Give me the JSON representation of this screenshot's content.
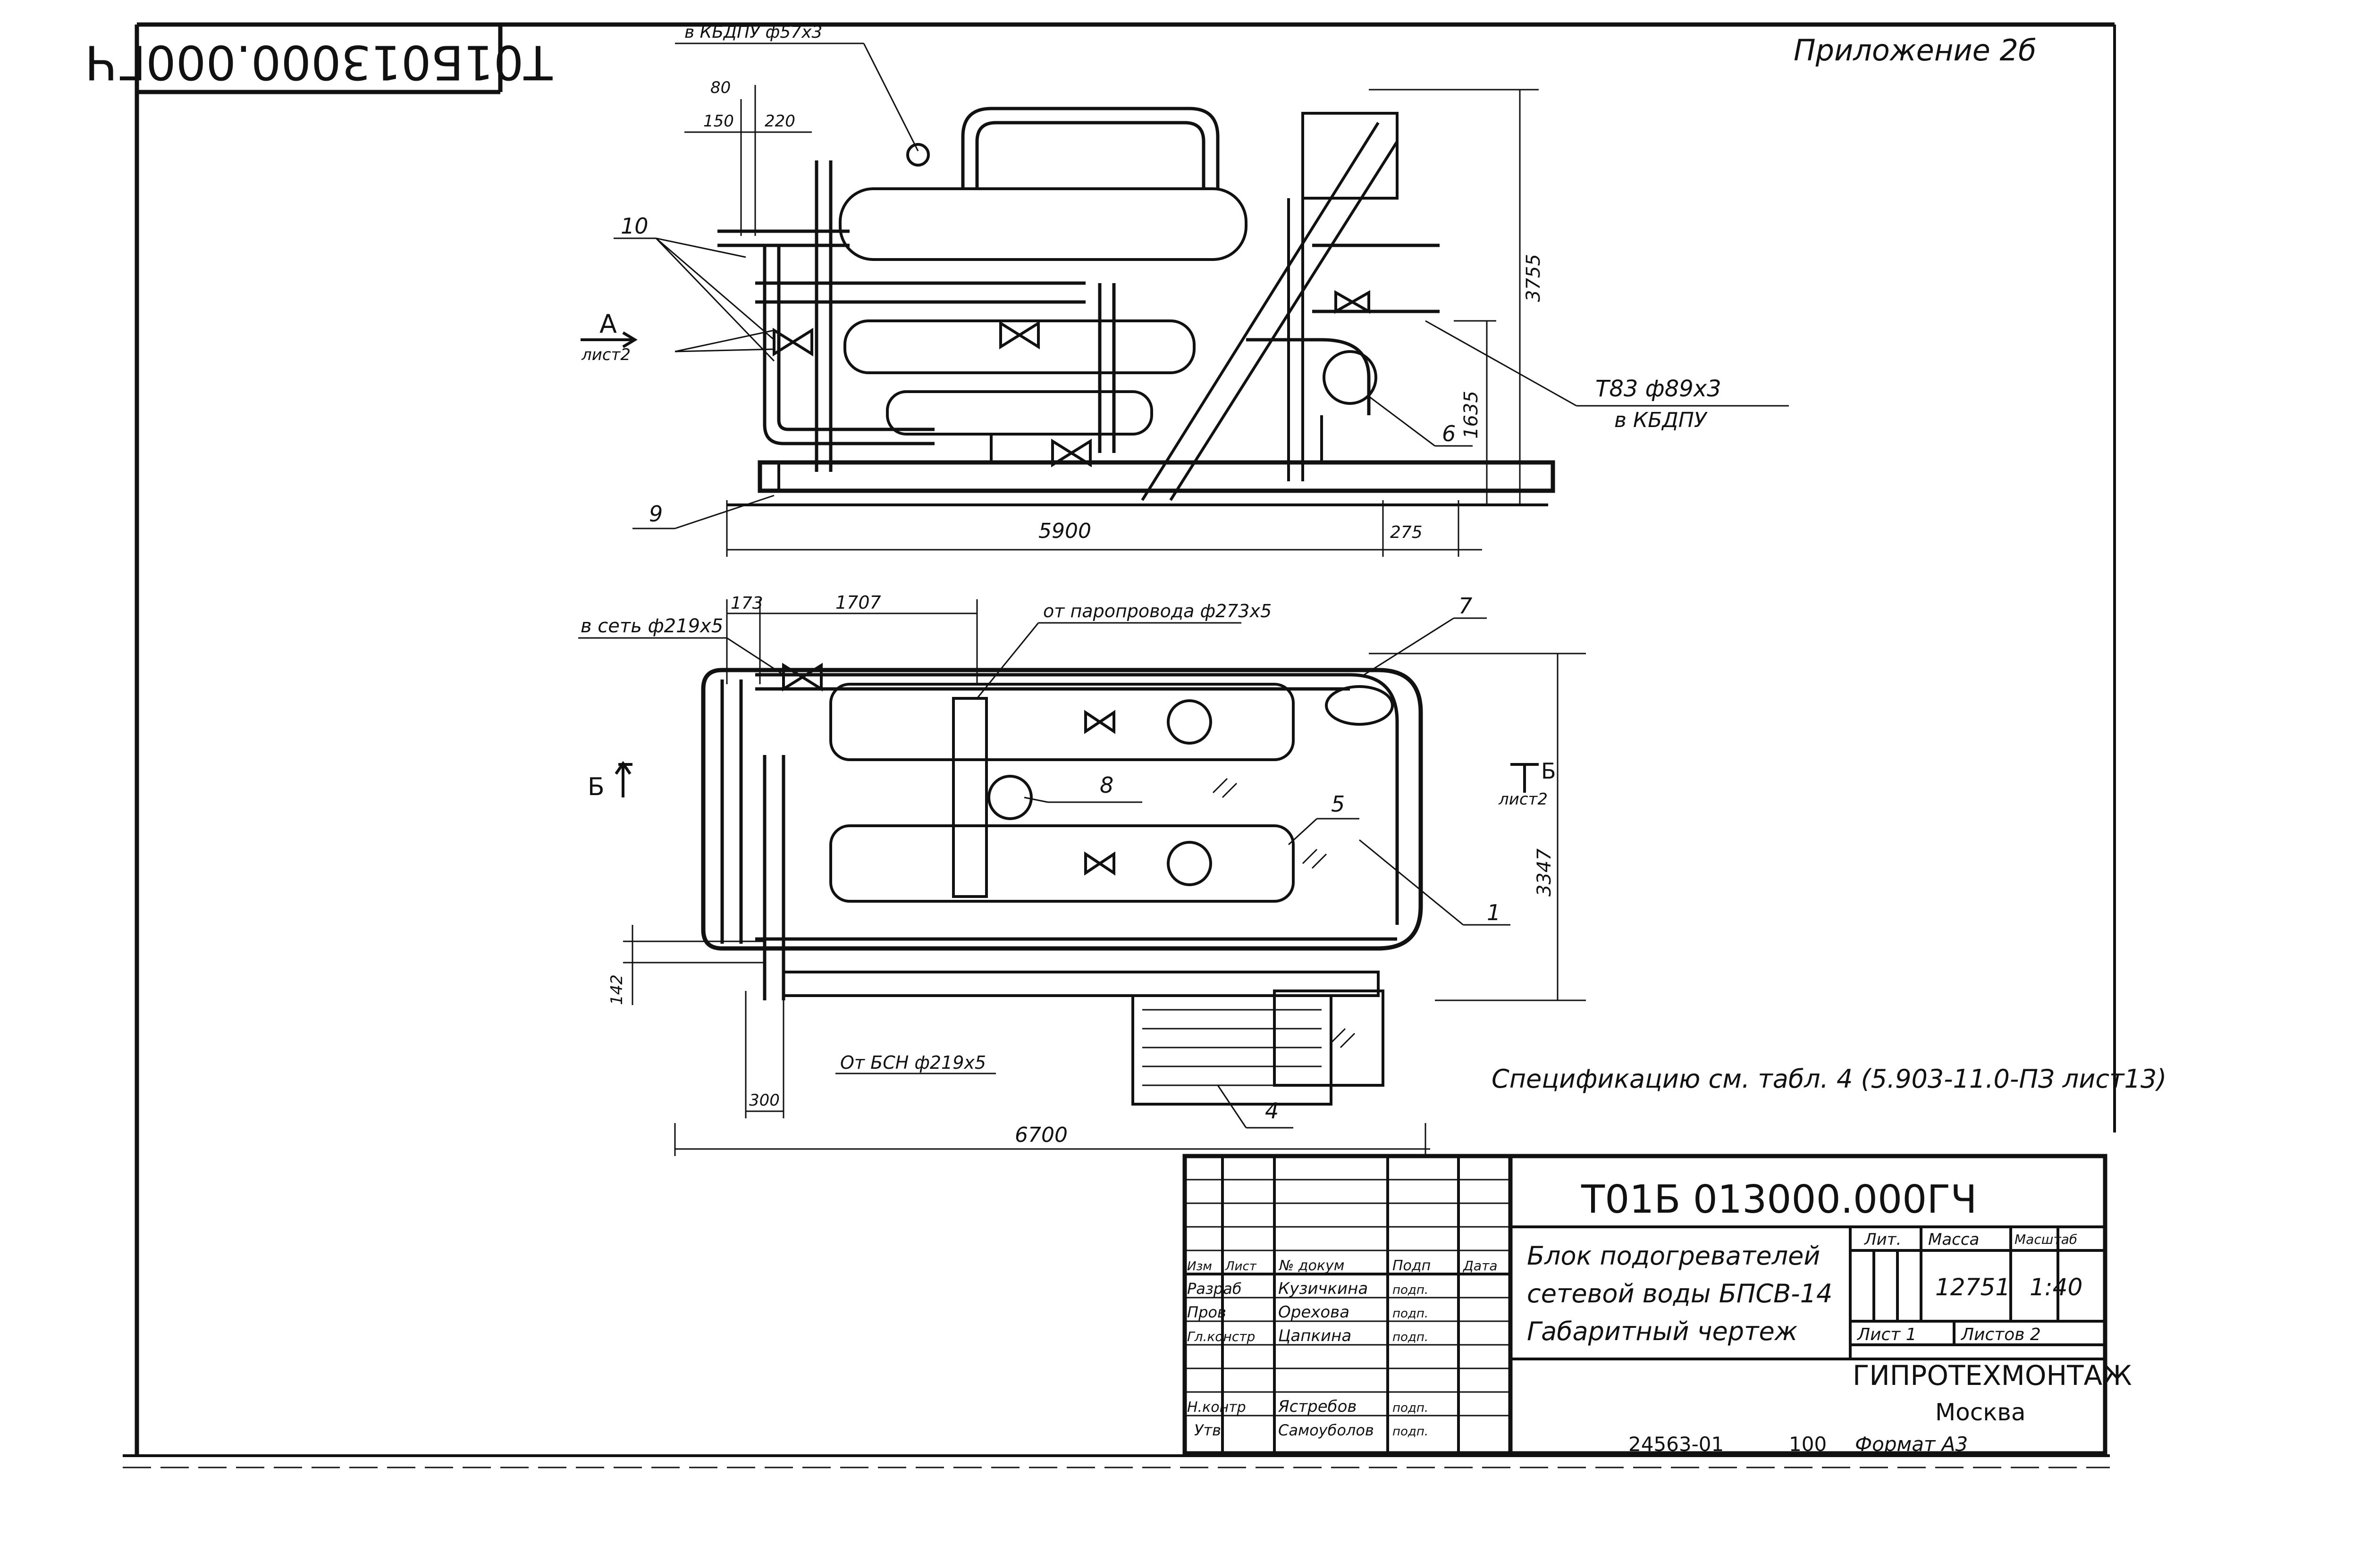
{
  "title_block": {
    "doc_number": "Т01Б 013000.000ГЧ",
    "doc_number_rotated": "Т01Б013000.000ГЧ",
    "appendix": "Приложение 2б",
    "name_lines": [
      "Блок подогревателей",
      "сетевой воды БПСВ-14",
      "Габаритный чертеж"
    ],
    "col_headers": [
      "Изм",
      "Лист",
      "№ докум",
      "Подп",
      "Дата"
    ],
    "roles": [
      {
        "role": "Разраб",
        "name": "Кузичкина",
        "sign": "подп."
      },
      {
        "role": "Пров",
        "name": "Орехова",
        "sign": "подп."
      },
      {
        "role": "Гл.констр",
        "name": "Цапкина",
        "sign": "подп."
      },
      {
        "role": "Н.контр",
        "name": "Ястребов",
        "sign": "подп."
      },
      {
        "role": "Утв",
        "name": "Самоуболов",
        "sign": "подп."
      }
    ],
    "lit_label": "Лит.",
    "mass_label": "Масса",
    "scale_label": "Масштаб",
    "mass": "12751",
    "scale": "1:40",
    "sheet": "Лист 1",
    "sheets": "Листов 2",
    "org": "ГИПРОТЕХМОНТАЖ",
    "city": "Москва",
    "footer_number": "24563-01",
    "footer_copies": "100",
    "footer_format": "Формат А3"
  },
  "front_view": {
    "annotations": {
      "top_connection": "в КБДПУ ф57х3",
      "right_connection_1": "Т83   ф89х3",
      "right_connection_2": "в КБДПУ",
      "section_mark": "А",
      "section_sheet": "лист2"
    },
    "dimensions": {
      "d80": "80",
      "d150": "150",
      "d220": "220",
      "height_total": "3755",
      "height_lower": "1635",
      "length": "5900",
      "offset": "275"
    },
    "callouts": [
      "10",
      "9",
      "6"
    ]
  },
  "plan_view": {
    "annotations": {
      "to_network": "в сеть ф219х5",
      "from_steam": "от паропровода ф273х5",
      "from_pump": "От БСН ф219х5",
      "section_left": "Б",
      "section_right": "Б",
      "section_sheet": "лист2"
    },
    "dimensions": {
      "d173": "173",
      "d1707": "1707",
      "width": "3347",
      "d142": "142",
      "d300": "300",
      "length": "6700"
    },
    "callouts": [
      "7",
      "8",
      "5",
      "1",
      "4"
    ]
  },
  "spec_note": "Спецификацию см. табл. 4 (5.903-11.0-ПЗ лист13)"
}
